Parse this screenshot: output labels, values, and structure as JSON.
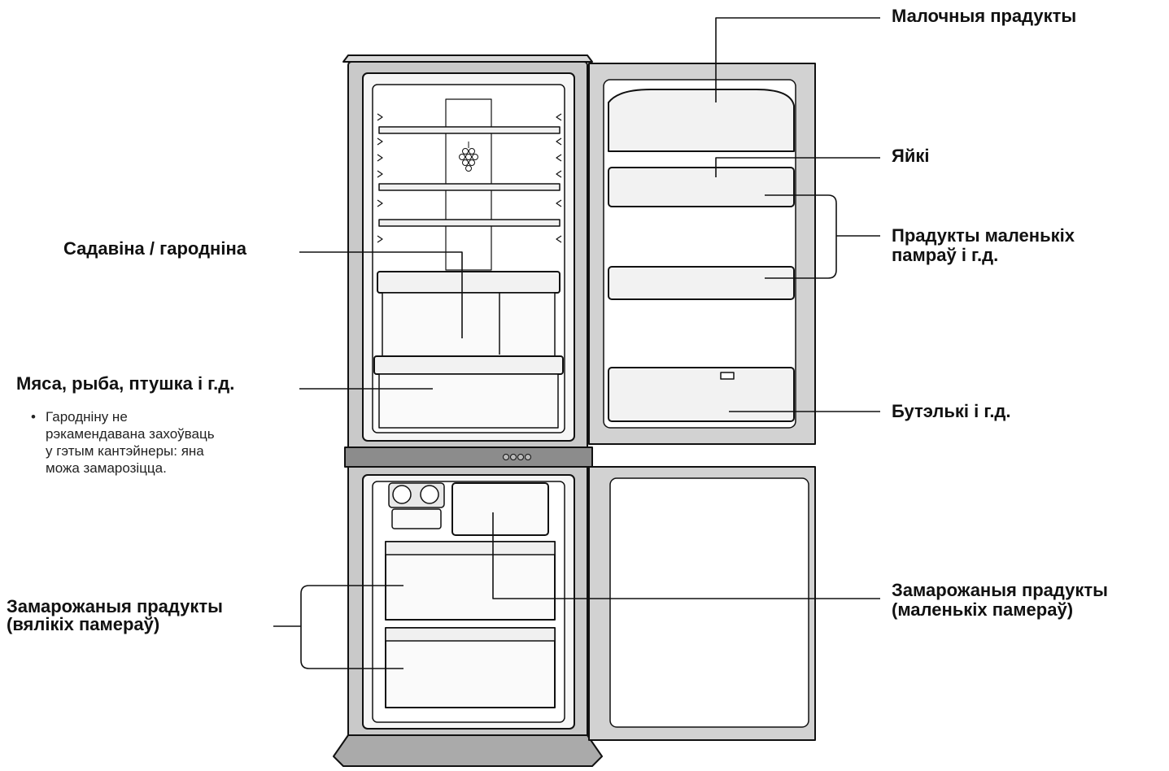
{
  "labels": {
    "dairy": "Малочныя прадукты",
    "eggs": "Яйкі",
    "small_items": [
      "Прадукты маленькіх",
      "памраў і г.д."
    ],
    "bottles": "Бутэлькі і г.д.",
    "fruit_veg": "Садавіна / гародніна",
    "meat_fish": "Мяса, рыба, птушка і г.д.",
    "frozen_large": [
      "Замарожаныя прадукты",
      "(вялікіх памераў)"
    ],
    "frozen_small": [
      "Замарожаныя прадукты",
      "(маленькіх памераў)"
    ]
  },
  "note": {
    "bullet": "•",
    "lines": [
      "Гародніну не",
      "рэкамендавана захоўваць",
      "у гэтым кантэйнеры: яна",
      "можа замарозіцца."
    ]
  },
  "colors": {
    "line": "#111111",
    "cabinet": "#c8c8c8",
    "cabinet_dark": "#9a9a9a",
    "panel": "#f4f4f4",
    "divider": "#8c8c8c"
  }
}
